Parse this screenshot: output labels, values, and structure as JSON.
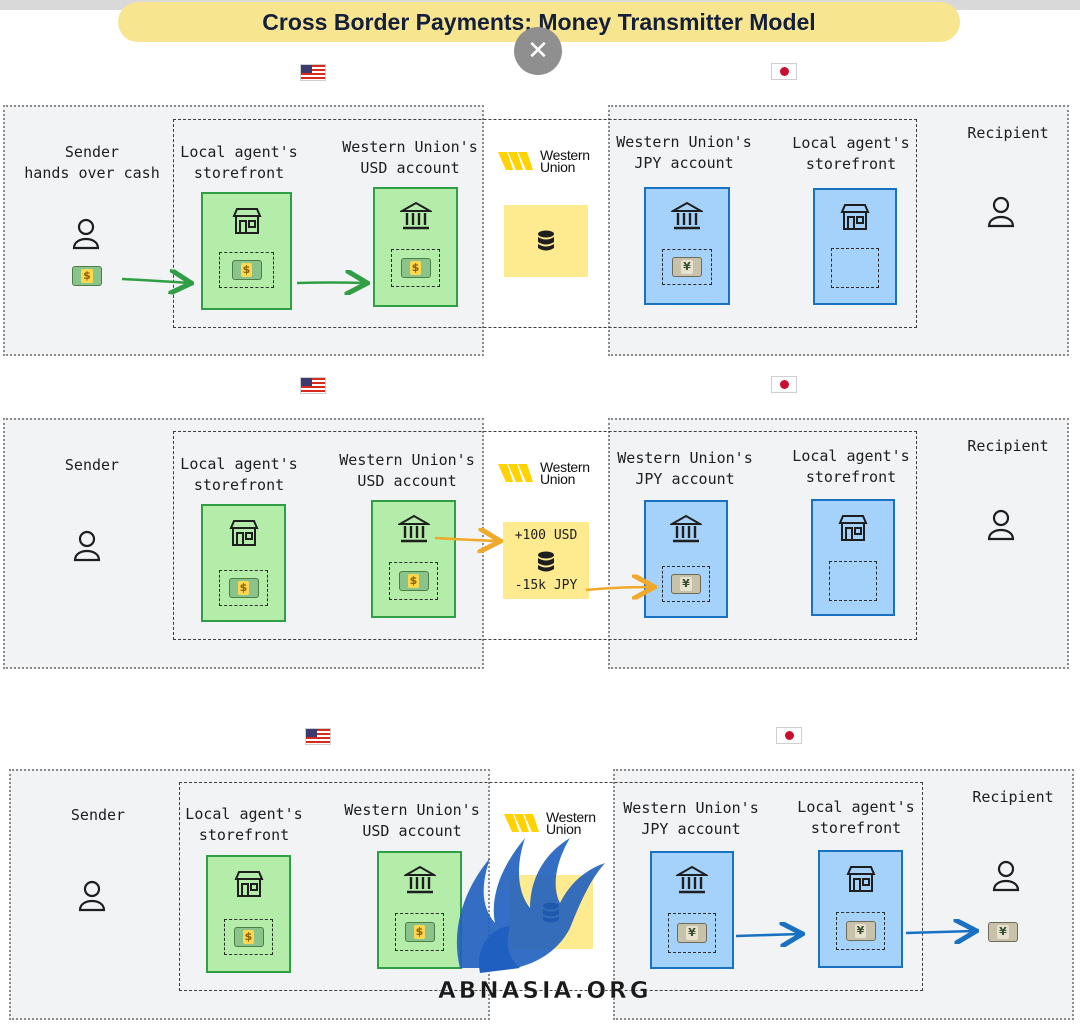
{
  "title": "Cross Border Payments: Money Transmitter Model",
  "close_button": "✕",
  "flags": {
    "us": "us-flag",
    "jp": "japan-flag"
  },
  "colors": {
    "title_bg": "#f7e58f",
    "green_card": "#b4ecaa",
    "green_border": "#2f9e44",
    "blue_card": "#a5d2fb",
    "blue_border": "#1971c2",
    "ledger": "#ffeb8f",
    "arrow_green": "#2f9e44",
    "arrow_orange": "#f0a92b",
    "arrow_blue": "#1971c2",
    "zone_bg": "#f1f3f5"
  },
  "rows": [
    {
      "sender_label": "Sender\nhands over cash",
      "agent_us_label": "Local agent's\nstorefront",
      "wu_usd_label": "Western Union's\nUSD account",
      "wu_jpy_label": "Western Union's\nJPY account",
      "agent_jp_label": "Local agent's\nstorefront",
      "recipient_label": "Recipient",
      "ledger": []
    },
    {
      "sender_label": "Sender",
      "agent_us_label": "Local agent's\nstorefront",
      "wu_usd_label": "Western Union's\nUSD account",
      "wu_jpy_label": "Western Union's\nJPY account",
      "agent_jp_label": "Local agent's\nstorefront",
      "recipient_label": "Recipient",
      "ledger": [
        "+100 USD",
        "-15k JPY"
      ]
    },
    {
      "sender_label": "Sender",
      "agent_us_label": "Local agent's\nstorefront",
      "wu_usd_label": "Western Union's\nUSD account",
      "wu_jpy_label": "Western Union's\nJPY account",
      "agent_jp_label": "Local agent's\nstorefront",
      "recipient_label": "Recipient",
      "ledger": []
    }
  ],
  "western_union": {
    "line1": "Western",
    "line2": "Union"
  },
  "bills": {
    "usd": "$",
    "jpy": "¥"
  },
  "watermark": "ABNASIA.ORG"
}
